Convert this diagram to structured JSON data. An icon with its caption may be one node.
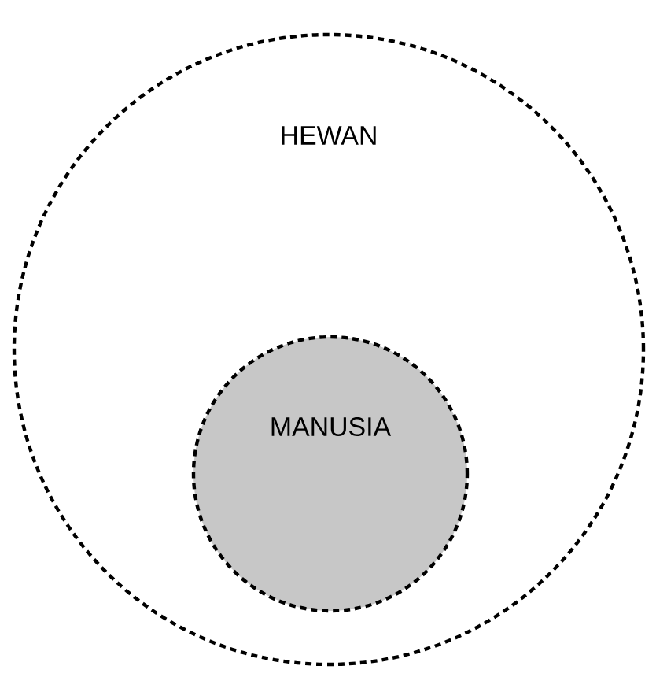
{
  "diagram": {
    "nodes": [
      {
        "text": [
          "HEWAN"
        ]
      },
      {
        "text": [
          "MANUSIA"
        ],
        "in": 0
      }
    ]
  }
}
